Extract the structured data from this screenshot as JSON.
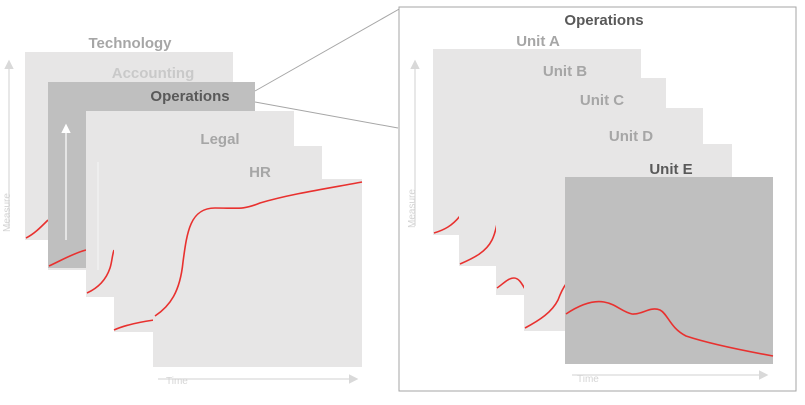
{
  "left_panel": {
    "layers": [
      {
        "label": "Technology"
      },
      {
        "label": "Accounting"
      },
      {
        "label": "Operations",
        "selected": true
      },
      {
        "label": "Legal"
      },
      {
        "label": "HR"
      }
    ],
    "x_axis_label": "Time",
    "y_axis_label": "Measure"
  },
  "right_panel": {
    "title": "Operations",
    "layers": [
      {
        "label": "Unit A"
      },
      {
        "label": "Unit B"
      },
      {
        "label": "Unit C"
      },
      {
        "label": "Unit D"
      },
      {
        "label": "Unit E",
        "selected": true
      }
    ],
    "x_axis_label": "Time",
    "y_axis_label": "Measure"
  },
  "colors": {
    "layer_fill": "#e7e6e6",
    "selected_fill": "#bfbfbf",
    "curve": "#e8312f",
    "label_muted": "#a6a6a6",
    "label_strong": "#595959",
    "axis": "#d9d9d9",
    "zoom_lines": "#a6a6a6"
  }
}
